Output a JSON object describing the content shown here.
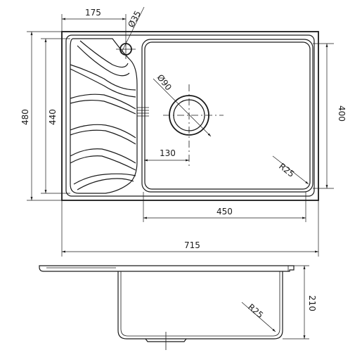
{
  "dimensions": {
    "tap_offset": "175",
    "tap_hole": "Ø35",
    "drain_diameter": "Ø90",
    "drain_offset": "130",
    "corner_radius_top": "R25",
    "corner_radius_side": "R25",
    "bowl_width": "450",
    "total_width": "715",
    "total_depth": "480",
    "inner_depth": "440",
    "bowl_depth": "400",
    "bowl_height": "210"
  }
}
